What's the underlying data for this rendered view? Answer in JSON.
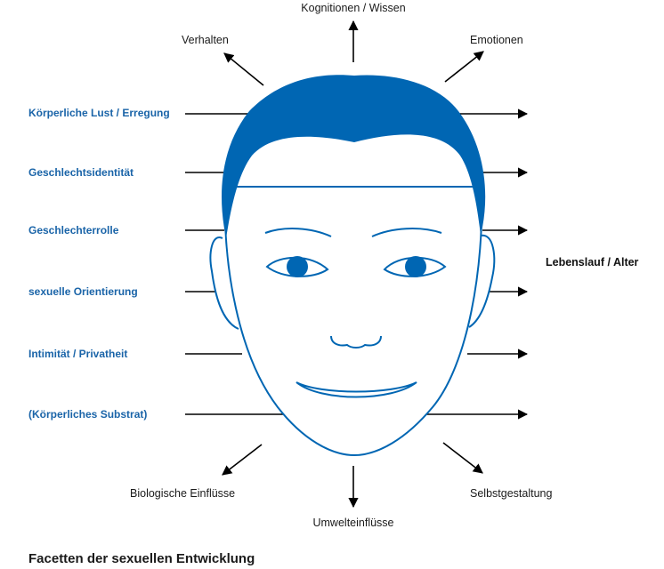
{
  "top_labels": {
    "top": "Kognitionen / Wissen",
    "top_left": "Verhalten",
    "top_right": "Emotionen"
  },
  "left_labels": [
    "Körperliche Lust / Erregung",
    "Geschlechtsidentität",
    "Geschlechterrolle",
    "sexuelle Orientierung",
    "Intimität / Privatheit",
    "(Körperliches Substrat)"
  ],
  "right_label": "Lebenslauf / Alter",
  "bottom_labels": {
    "bottom_left": "Biologische Einflüsse",
    "bottom": "Umwelteinflüsse",
    "bottom_right": "Selbstgestaltung"
  },
  "caption": "Facetten der sexuellen Entwicklung",
  "colors": {
    "accent": "#0066b3",
    "line": "#000000"
  }
}
